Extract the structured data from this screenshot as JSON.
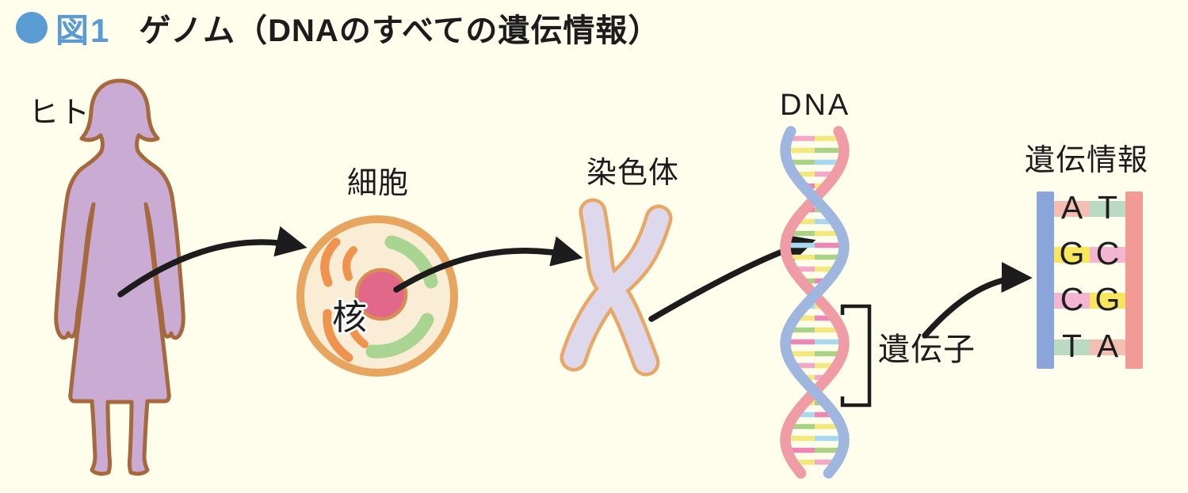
{
  "title": {
    "figure_label": "図1",
    "text": "ゲノム（DNAのすべての遺伝情報）"
  },
  "labels": {
    "human": "ヒト",
    "cell": "細胞",
    "nucleus": "核",
    "chromosome": "染色体",
    "dna": "DNA",
    "gene": "遺伝子",
    "genetic_info": "遺伝情報"
  },
  "ladder": {
    "pairs": [
      {
        "left": "A",
        "right": "T",
        "left_color": "#f5beb2",
        "right_color": "#bbdac2"
      },
      {
        "left": "G",
        "right": "C",
        "left_color": "#f8e75d",
        "right_color": "#f3b5d2"
      },
      {
        "left": "C",
        "right": "G",
        "left_color": "#f3b5d2",
        "right_color": "#f8e75d"
      },
      {
        "left": "T",
        "right": "A",
        "left_color": "#bbdac2",
        "right_color": "#f5beb2"
      }
    ],
    "row_tops": [
      12,
      70,
      128,
      187
    ]
  },
  "dna_rungs": [
    [
      "P",
      "Y"
    ],
    [
      "Y",
      "G"
    ],
    [
      "G",
      "B"
    ],
    [
      "Y",
      "P"
    ],
    [
      "M",
      "Y"
    ],
    [
      "M",
      "G"
    ],
    [
      "Y",
      "B"
    ],
    [
      "G",
      "Y"
    ],
    [
      "B",
      "M"
    ],
    [
      "Y",
      "G"
    ],
    [
      "P",
      "Y"
    ],
    [
      "G",
      "M"
    ],
    [
      "B",
      "Y"
    ],
    [
      "Y",
      "M"
    ],
    [
      "G",
      "Y"
    ],
    [
      "M",
      "B"
    ],
    [
      "Y",
      "G"
    ],
    [
      "P",
      "Y"
    ],
    [
      "Y",
      "P"
    ],
    [
      "Y",
      "G"
    ],
    [
      "B",
      "M"
    ],
    [
      "G",
      "Y"
    ],
    [
      "Y",
      "B"
    ],
    [
      "M",
      "G"
    ],
    [
      "Y",
      "P"
    ]
  ],
  "colors": {
    "background": "#fffdec",
    "title_blue": "#5b9bd3",
    "text_black": "#1c1c1c",
    "human_fill": "#c9abd4",
    "human_outline": "#a5693d",
    "cell_fill": "#f9edd5",
    "cell_outline": "#e7a55f",
    "nucleus_fill": "#e2688a",
    "nucleus_outline": "#d98c55",
    "organelle_green": "#a9d491",
    "organelle_orange": "#f0934e",
    "chromosome_fill": "#ddd8ec",
    "chromosome_outline": "#e8a766",
    "dna_strand_blue": "#9fb6df",
    "dna_strand_pink": "#ef9ca6",
    "rung_palette": {
      "Y": "#f2e87d",
      "G": "#a9d287",
      "B": "#a8d8f0",
      "P": "#f4a8c8",
      "M": "#ee86b5"
    },
    "ladder_left_bar": "#8aa5d9",
    "ladder_right_bar": "#f19b94",
    "arrow_black": "#1c1c1c"
  }
}
